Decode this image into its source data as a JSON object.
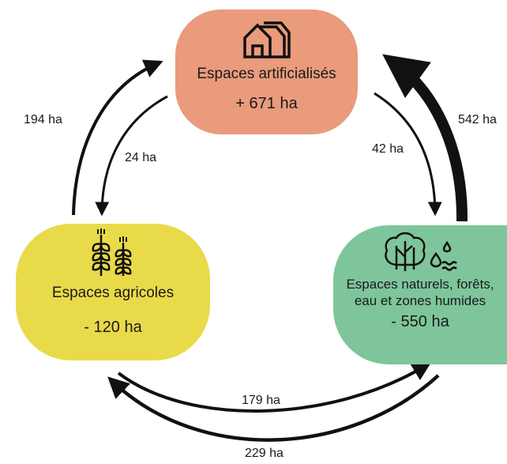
{
  "colors": {
    "artificialised": "#e99b7c",
    "agricultural": "#e9da4a",
    "natural": "#7ec59b",
    "arrow": "#111111"
  },
  "nodes": {
    "artificialised": {
      "title": "Espaces artificialisés",
      "value": "+ 671 ha",
      "icon": "houses-icon"
    },
    "agricultural": {
      "title": "Espaces agricoles",
      "value": "- 120 ha",
      "icon": "wheat-icon"
    },
    "natural": {
      "title_line1": "Espaces naturels, forêts,",
      "title_line2": "eau et zones humides",
      "value": "- 550 ha",
      "icon": "tree-water-icon"
    }
  },
  "flows": {
    "agri_to_artif": "194 ha",
    "artif_to_agri": "24 ha",
    "artif_to_nat": "42 ha",
    "nat_to_artif": "542 ha",
    "agri_to_nat": "179 ha",
    "nat_to_agri": "229 ha"
  }
}
